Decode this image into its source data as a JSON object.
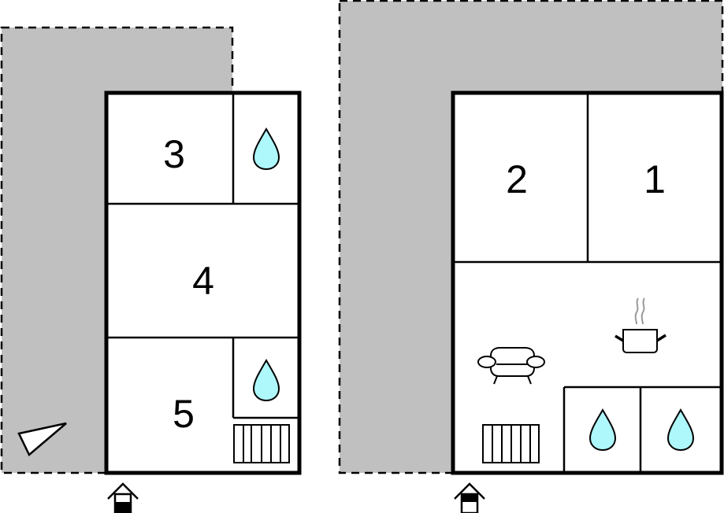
{
  "colors": {
    "terrace_fill": "#c0c0c0",
    "wall": "#000000",
    "water_fill": "#aef7fa",
    "steam": "#999999",
    "background": "#ffffff"
  },
  "floors": [
    {
      "name": "left-floor",
      "rooms": [
        {
          "id": "room-3",
          "label": "3"
        },
        {
          "id": "room-4",
          "label": "4"
        },
        {
          "id": "room-5",
          "label": "5"
        }
      ],
      "icons": [
        "water-drop-icon",
        "water-drop-icon",
        "radiator-icon",
        "compass-arrow-icon",
        "entrance-icon"
      ]
    },
    {
      "name": "right-floor",
      "rooms": [
        {
          "id": "room-2",
          "label": "2"
        },
        {
          "id": "room-1",
          "label": "1"
        }
      ],
      "icons": [
        "sofa-icon",
        "cooking-pot-icon",
        "radiator-icon",
        "water-drop-icon",
        "water-drop-icon",
        "entrance-icon"
      ]
    }
  ]
}
